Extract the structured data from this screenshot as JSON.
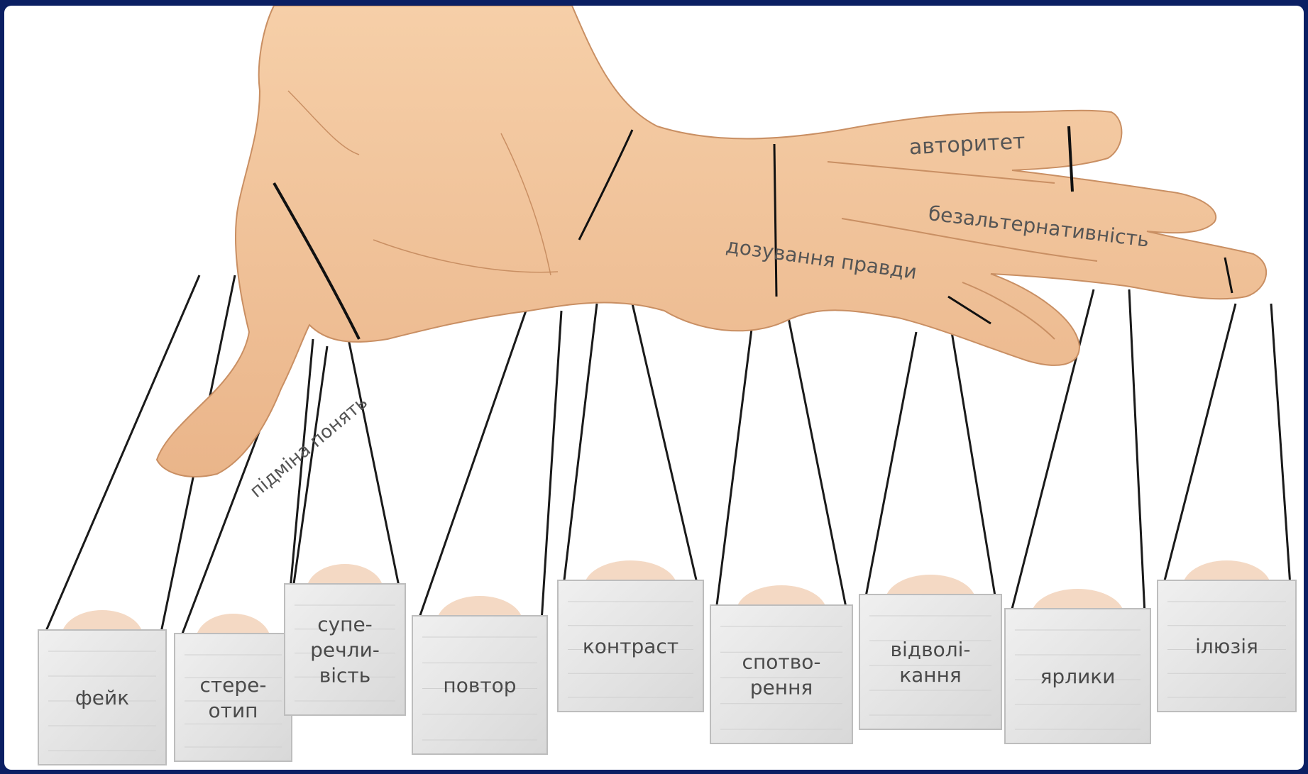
{
  "hand_labels": {
    "thumb": "підміна понять",
    "finger_1": "авторитет",
    "finger_2": "безальтернативність",
    "finger_3": "дозування правди"
  },
  "boxes": [
    {
      "lines": [
        "фейк"
      ]
    },
    {
      "lines": [
        "стере-",
        "отип"
      ]
    },
    {
      "lines": [
        "супе-",
        "речли-",
        "вість"
      ]
    },
    {
      "lines": [
        "повтор"
      ]
    },
    {
      "lines": [
        "контраст"
      ]
    },
    {
      "lines": [
        "спотво-",
        "рення"
      ]
    },
    {
      "lines": [
        "відволі-",
        "кання"
      ]
    },
    {
      "lines": [
        "ярлики"
      ]
    },
    {
      "lines": [
        "ілюзія"
      ]
    }
  ],
  "colors": {
    "background": "#0b1f63",
    "panel": "#ffffff",
    "skin": "#f2c49a",
    "skin_shadow": "#d9a277",
    "string": "#1a1a1a",
    "box": "#e6e6e6"
  }
}
